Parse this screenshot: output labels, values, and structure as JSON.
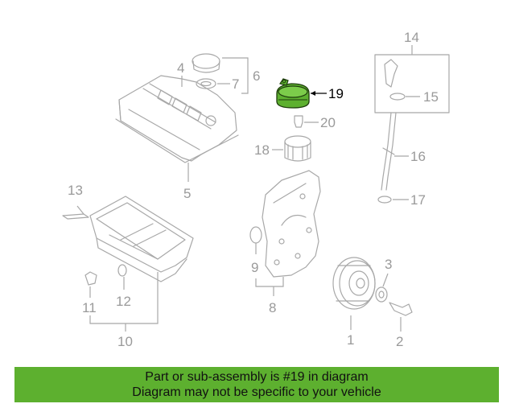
{
  "callouts": {
    "c1": "1",
    "c2": "2",
    "c3": "3",
    "c4": "4",
    "c5": "5",
    "c6": "6",
    "c7": "7",
    "c8": "8",
    "c9": "9",
    "c10": "10",
    "c11": "11",
    "c12": "12",
    "c13": "13",
    "c14": "14",
    "c15": "15",
    "c16": "16",
    "c17": "17",
    "c18": "18",
    "c19": "19",
    "c20": "20"
  },
  "highlighted_part": "19",
  "colors": {
    "highlight_fill": "#5db02f",
    "line_gray": "#a8a8a8",
    "banner_bg": "#5db02f"
  },
  "banner": {
    "line1": "Part or sub-assembly is #19 in diagram",
    "line2": "Diagram may not be specific to your vehicle"
  }
}
